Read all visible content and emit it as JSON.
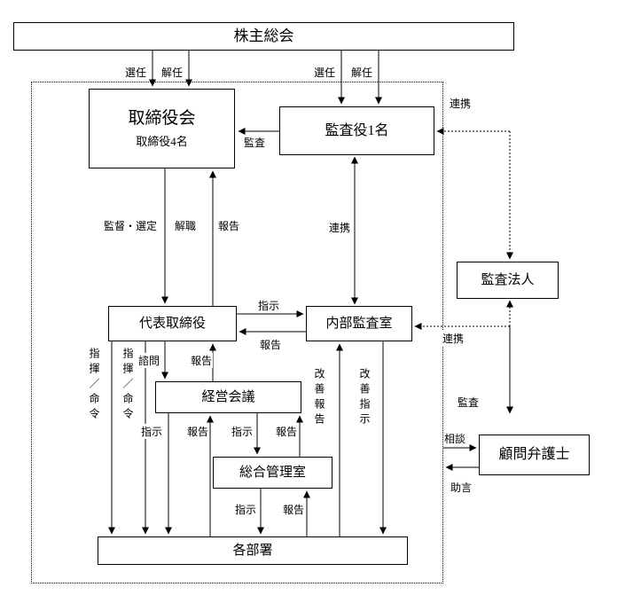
{
  "nodes": {
    "shareholders_meeting": "株主総会",
    "board_of_directors": "取締役会",
    "board_sub": "取締役4名",
    "corporate_auditor": "監査役1名",
    "audit_firm": "監査法人",
    "representative_director": "代表取締役",
    "internal_audit_office": "内部監査室",
    "management_meeting": "経営会議",
    "general_management_office": "総合管理室",
    "departments": "各部署",
    "legal_advisor": "顧問弁護士"
  },
  "edges": {
    "appoint_board": "選任",
    "dismiss_board": "解任",
    "appoint_auditor": "選任",
    "dismiss_auditor": "解任",
    "audit_of_board": "監査",
    "cooperation_auditor_auditfirm": "連携",
    "cooperation_auditor_internal": "連携",
    "supervise_select": "監督・選定",
    "dismiss_rep": "解職",
    "report_to_board": "報告",
    "instruct_internal_audit": "指示",
    "report_from_internal_audit": "報告",
    "consult_management": "諮問",
    "report_from_management": "報告",
    "command_order_1": "指揮／命令",
    "command_order_2": "指揮／命令",
    "instruct_departments": "指示",
    "report_from_departments": "報告",
    "instruct_general_office": "指示",
    "report_from_general_office": "報告",
    "instruct_general_to_departments": "指示",
    "report_departments_to_general": "報告",
    "improvement_report": "改善報告",
    "improvement_instruction": "改善指示",
    "cooperation_internal_auditfirm": "連携",
    "audit_by_firm": "監査",
    "consultation": "相談",
    "advice": "助言"
  }
}
